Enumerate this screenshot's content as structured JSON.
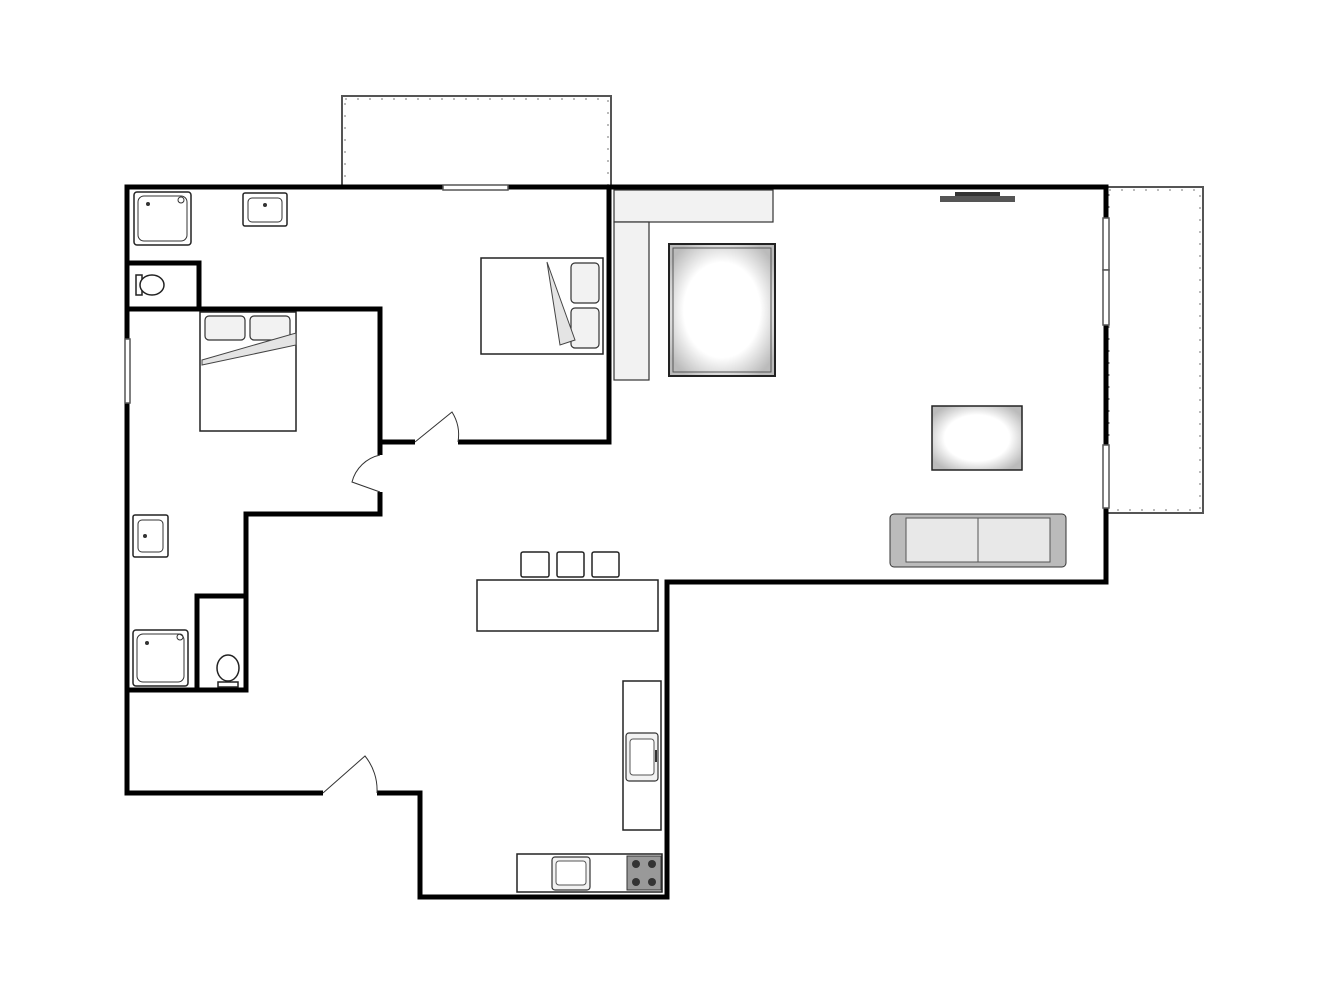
{
  "diagram": {
    "type": "floor-plan",
    "colors": {
      "wall": "#000000",
      "background": "#ffffff",
      "fixture": "#f2f2f2"
    },
    "rooms": [
      "bedroom",
      "bedroom",
      "bathroom",
      "bathroom",
      "living-room",
      "kitchen",
      "hallway"
    ],
    "furniture_icons": [
      "bed-icon",
      "bed-icon",
      "sofa-icon",
      "coffee-table-icon",
      "rug-icon",
      "tv-icon",
      "kitchen-island-icon",
      "bar-stool-icon",
      "sink-icon",
      "stove-icon",
      "toilet-icon",
      "shower-icon"
    ],
    "doors": 3,
    "balconies": 2
  }
}
